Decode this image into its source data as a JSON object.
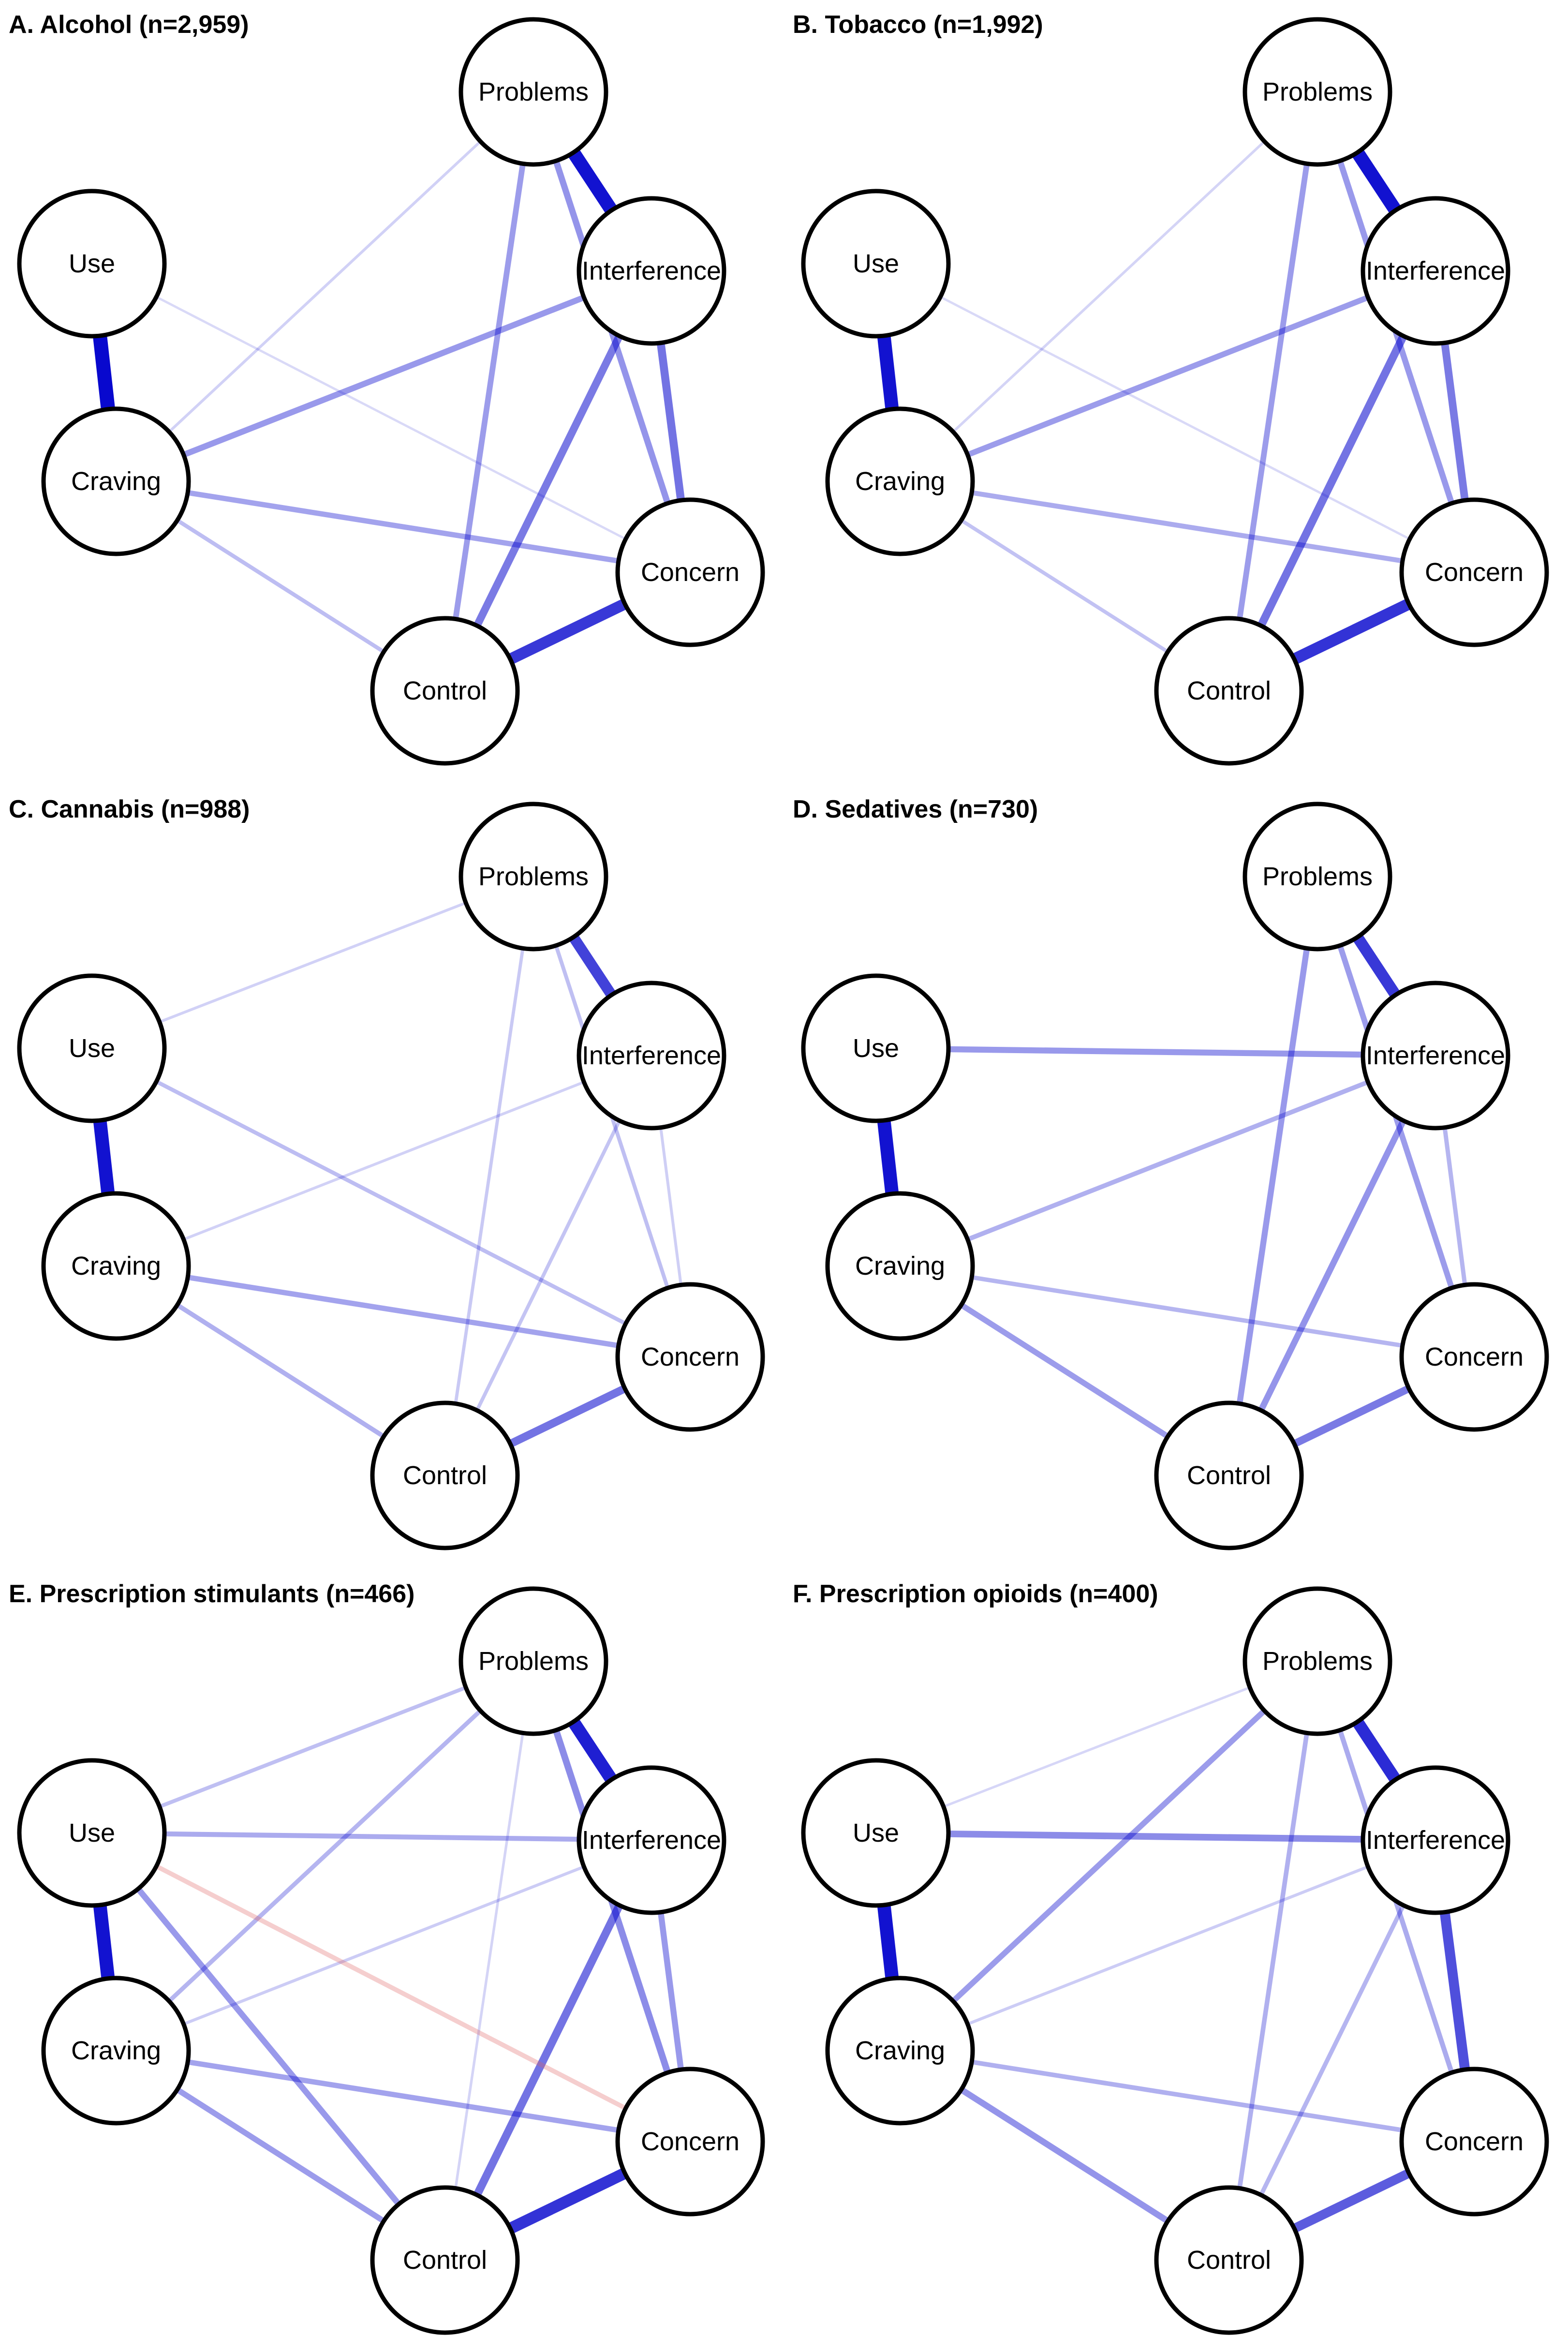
{
  "colors": {
    "positive_edge": "#0000cc",
    "negative_edge": "#e06060",
    "node_fill": "#ffffff",
    "node_border": "#000000",
    "background": "#ffffff"
  },
  "nodes": [
    {
      "id": "problems",
      "label": "Problems"
    },
    {
      "id": "use",
      "label": "Use"
    },
    {
      "id": "interference",
      "label": "Interference"
    },
    {
      "id": "craving",
      "label": "Craving"
    },
    {
      "id": "concern",
      "label": "Concern"
    },
    {
      "id": "control",
      "label": "Control"
    }
  ],
  "panels": [
    {
      "title": "A. Alcohol (n=2,959)",
      "edges": [
        {
          "from": "use",
          "to": "craving",
          "weight": 0.9
        },
        {
          "from": "problems",
          "to": "interference",
          "weight": 0.85
        },
        {
          "from": "concern",
          "to": "control",
          "weight": 0.7
        },
        {
          "from": "interference",
          "to": "concern",
          "weight": 0.45
        },
        {
          "from": "interference",
          "to": "control",
          "weight": 0.42
        },
        {
          "from": "problems",
          "to": "concern",
          "weight": 0.32
        },
        {
          "from": "problems",
          "to": "control",
          "weight": 0.28
        },
        {
          "from": "craving",
          "to": "interference",
          "weight": 0.3
        },
        {
          "from": "craving",
          "to": "concern",
          "weight": 0.25
        },
        {
          "from": "craving",
          "to": "control",
          "weight": 0.15
        },
        {
          "from": "craving",
          "to": "problems",
          "weight": 0.06
        },
        {
          "from": "use",
          "to": "concern",
          "weight": 0.03
        }
      ]
    },
    {
      "title": "B. Tobacco (n=1,992)",
      "edges": [
        {
          "from": "use",
          "to": "craving",
          "weight": 0.85
        },
        {
          "from": "problems",
          "to": "interference",
          "weight": 0.85
        },
        {
          "from": "concern",
          "to": "control",
          "weight": 0.72
        },
        {
          "from": "interference",
          "to": "concern",
          "weight": 0.42
        },
        {
          "from": "interference",
          "to": "control",
          "weight": 0.45
        },
        {
          "from": "problems",
          "to": "concern",
          "weight": 0.3
        },
        {
          "from": "problems",
          "to": "control",
          "weight": 0.28
        },
        {
          "from": "craving",
          "to": "interference",
          "weight": 0.28
        },
        {
          "from": "craving",
          "to": "concern",
          "weight": 0.22
        },
        {
          "from": "craving",
          "to": "control",
          "weight": 0.13
        },
        {
          "from": "craving",
          "to": "problems",
          "weight": 0.05
        },
        {
          "from": "use",
          "to": "concern",
          "weight": 0.03
        }
      ]
    },
    {
      "title": "C. Cannabis (n=988)",
      "edges": [
        {
          "from": "use",
          "to": "craving",
          "weight": 0.85
        },
        {
          "from": "problems",
          "to": "interference",
          "weight": 0.65
        },
        {
          "from": "concern",
          "to": "control",
          "weight": 0.45
        },
        {
          "from": "craving",
          "to": "concern",
          "weight": 0.25
        },
        {
          "from": "craving",
          "to": "control",
          "weight": 0.2
        },
        {
          "from": "use",
          "to": "concern",
          "weight": 0.15
        },
        {
          "from": "problems",
          "to": "concern",
          "weight": 0.14
        },
        {
          "from": "interference",
          "to": "control",
          "weight": 0.12
        },
        {
          "from": "problems",
          "to": "control",
          "weight": 0.1
        },
        {
          "from": "interference",
          "to": "concern",
          "weight": 0.07
        },
        {
          "from": "craving",
          "to": "interference",
          "weight": 0.06
        },
        {
          "from": "use",
          "to": "problems",
          "weight": 0.06
        }
      ]
    },
    {
      "title": "D. Sedatives (n=730)",
      "edges": [
        {
          "from": "use",
          "to": "craving",
          "weight": 0.85
        },
        {
          "from": "problems",
          "to": "interference",
          "weight": 0.7
        },
        {
          "from": "concern",
          "to": "control",
          "weight": 0.42
        },
        {
          "from": "use",
          "to": "interference",
          "weight": 0.3
        },
        {
          "from": "interference",
          "to": "control",
          "weight": 0.32
        },
        {
          "from": "problems",
          "to": "control",
          "weight": 0.3
        },
        {
          "from": "problems",
          "to": "concern",
          "weight": 0.28
        },
        {
          "from": "craving",
          "to": "control",
          "weight": 0.28
        },
        {
          "from": "craving",
          "to": "interference",
          "weight": 0.2
        },
        {
          "from": "craving",
          "to": "concern",
          "weight": 0.18
        },
        {
          "from": "interference",
          "to": "concern",
          "weight": 0.18
        }
      ]
    },
    {
      "title": "E. Prescription stimulants (n=466)",
      "edges": [
        {
          "from": "use",
          "to": "craving",
          "weight": 0.85
        },
        {
          "from": "problems",
          "to": "interference",
          "weight": 0.8
        },
        {
          "from": "concern",
          "to": "control",
          "weight": 0.72
        },
        {
          "from": "interference",
          "to": "control",
          "weight": 0.45
        },
        {
          "from": "problems",
          "to": "concern",
          "weight": 0.35
        },
        {
          "from": "interference",
          "to": "concern",
          "weight": 0.3
        },
        {
          "from": "use",
          "to": "control",
          "weight": 0.3
        },
        {
          "from": "use",
          "to": "interference",
          "weight": 0.22
        },
        {
          "from": "craving",
          "to": "control",
          "weight": 0.28
        },
        {
          "from": "craving",
          "to": "concern",
          "weight": 0.25
        },
        {
          "from": "craving",
          "to": "problems",
          "weight": 0.18
        },
        {
          "from": "use",
          "to": "problems",
          "weight": 0.14
        },
        {
          "from": "craving",
          "to": "interference",
          "weight": 0.08
        },
        {
          "from": "problems",
          "to": "control",
          "weight": 0.05
        },
        {
          "from": "use",
          "to": "concern",
          "weight": -0.2
        }
      ]
    },
    {
      "title": "F. Prescription opioids (n=400)",
      "edges": [
        {
          "from": "use",
          "to": "craving",
          "weight": 0.85
        },
        {
          "from": "problems",
          "to": "interference",
          "weight": 0.75
        },
        {
          "from": "interference",
          "to": "concern",
          "weight": 0.6
        },
        {
          "from": "concern",
          "to": "control",
          "weight": 0.55
        },
        {
          "from": "use",
          "to": "interference",
          "weight": 0.35
        },
        {
          "from": "craving",
          "to": "control",
          "weight": 0.32
        },
        {
          "from": "craving",
          "to": "problems",
          "weight": 0.28
        },
        {
          "from": "problems",
          "to": "control",
          "weight": 0.2
        },
        {
          "from": "interference",
          "to": "control",
          "weight": 0.18
        },
        {
          "from": "craving",
          "to": "concern",
          "weight": 0.2
        },
        {
          "from": "problems",
          "to": "concern",
          "weight": 0.22
        },
        {
          "from": "craving",
          "to": "interference",
          "weight": 0.08
        },
        {
          "from": "use",
          "to": "problems",
          "weight": 0.04
        }
      ]
    }
  ]
}
